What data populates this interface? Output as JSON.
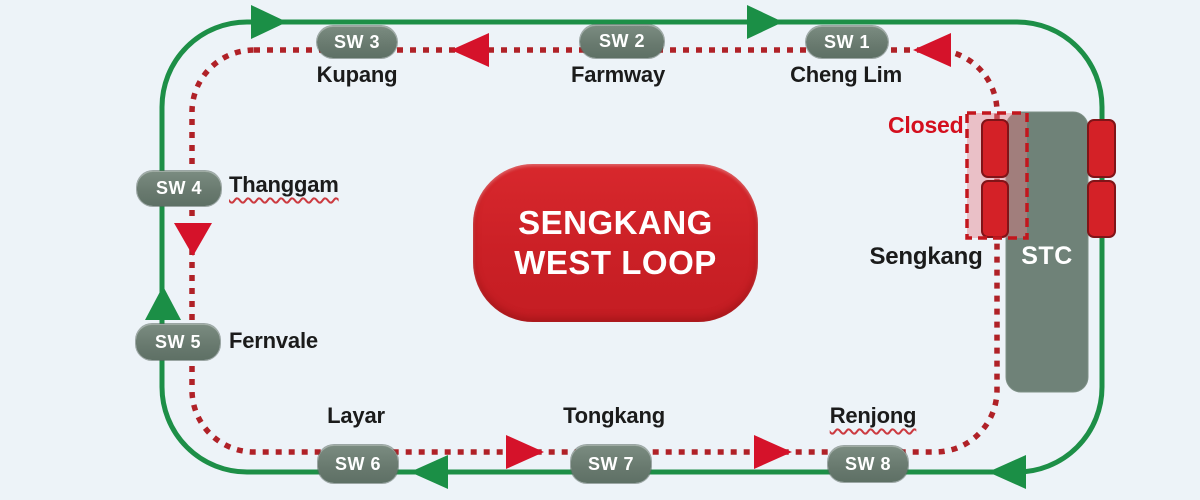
{
  "diagram": {
    "title_line1": "SENGKANG",
    "title_line2": "WEST LOOP",
    "closed_label": "Closed",
    "terminal": {
      "code": "STC",
      "name": "Sengkang"
    },
    "stations": [
      {
        "code": "SW 1",
        "name": "Cheng Lim"
      },
      {
        "code": "SW 2",
        "name": "Farmway"
      },
      {
        "code": "SW 3",
        "name": "Kupang"
      },
      {
        "code": "SW 4",
        "name": "Thanggam"
      },
      {
        "code": "SW 5",
        "name": "Fernvale"
      },
      {
        "code": "SW 6",
        "name": "Layar"
      },
      {
        "code": "SW 7",
        "name": "Tongkang"
      },
      {
        "code": "SW 8",
        "name": "Renjong"
      }
    ],
    "lines": {
      "outer_loop": {
        "color": "#1d8f47",
        "style": "solid",
        "direction": "clockwise"
      },
      "inner_loop": {
        "color": "#b02127",
        "style": "dotted",
        "direction": "counterclockwise"
      }
    },
    "colors": {
      "background": "#edf3f8",
      "badge": "#6b7d73",
      "station_building": "#6f8278",
      "platform": "#d42127",
      "closed_text": "#d40f1e",
      "center_pill": "#cb2026",
      "arrow_red": "#d5122a"
    }
  }
}
